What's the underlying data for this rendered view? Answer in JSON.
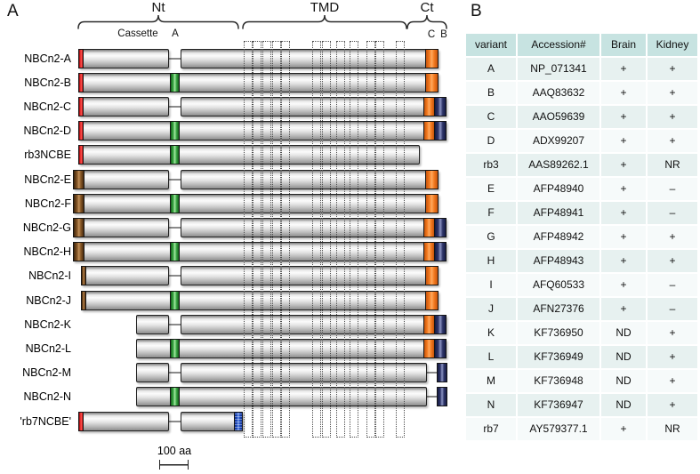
{
  "figure": {
    "panelA_label": "A",
    "panelB_label": "B"
  },
  "panelA": {
    "region_labels": {
      "nt": "Nt",
      "tmd": "TMD",
      "ct": "Ct"
    },
    "sub_labels": {
      "cassette": "Cassette",
      "a": "A",
      "c": "C",
      "b": "B"
    },
    "scale_label": "100 aa",
    "variants": [
      {
        "name": "NBCn2-A",
        "start": "red",
        "a_site": "gap",
        "end": "C"
      },
      {
        "name": "NBCn2-B",
        "start": "red",
        "a_site": "green",
        "end": "C"
      },
      {
        "name": "NBCn2-C",
        "start": "red",
        "a_site": "gap",
        "end": "CB"
      },
      {
        "name": "NBCn2-D",
        "start": "red",
        "a_site": "green",
        "end": "CB"
      },
      {
        "name": "rb3NCBE",
        "start": "red",
        "a_site": "green",
        "end": "plain"
      },
      {
        "name": "NBCn2-E",
        "start": "brown_wide",
        "a_site": "gap",
        "end": "C"
      },
      {
        "name": "NBCn2-F",
        "start": "brown_wide",
        "a_site": "green",
        "end": "C"
      },
      {
        "name": "NBCn2-G",
        "start": "brown_wide",
        "a_site": "gap",
        "end": "CB"
      },
      {
        "name": "NBCn2-H",
        "start": "brown_wide",
        "a_site": "green",
        "end": "CB"
      },
      {
        "name": "NBCn2-I",
        "start": "brown_narrow",
        "a_site": "gap",
        "end": "C"
      },
      {
        "name": "NBCn2-J",
        "start": "brown_narrow",
        "a_site": "green",
        "end": "C"
      },
      {
        "name": "NBCn2-K",
        "start": "trunc",
        "a_site": "gap",
        "end": "CB"
      },
      {
        "name": "NBCn2-L",
        "start": "trunc",
        "a_site": "green",
        "end": "CB"
      },
      {
        "name": "NBCn2-M",
        "start": "trunc",
        "a_site": "gap",
        "end": "B_detached"
      },
      {
        "name": "NBCn2-N",
        "start": "trunc",
        "a_site": "green",
        "end": "B_detached"
      },
      {
        "name": "'rb7NCBE'",
        "start": "red",
        "a_site": "gap",
        "end": "rb7_blue"
      }
    ]
  },
  "panelB": {
    "headers": [
      "variant",
      "Accession#",
      "Brain",
      "Kidney"
    ],
    "rows": [
      [
        "A",
        "NP_071341",
        "+",
        "+"
      ],
      [
        "B",
        "AAQ83632",
        "+",
        "+"
      ],
      [
        "C",
        "AAO59639",
        "+",
        "+"
      ],
      [
        "D",
        "ADX99207",
        "+",
        "+"
      ],
      [
        "rb3",
        "AAS89262.1",
        "+",
        "NR"
      ],
      [
        "E",
        "AFP48940",
        "+",
        "–"
      ],
      [
        "F",
        "AFP48941",
        "+",
        "–"
      ],
      [
        "G",
        "AFP48942",
        "+",
        "+"
      ],
      [
        "H",
        "AFP48943",
        "+",
        "+"
      ],
      [
        "I",
        "AFQ60533",
        "+",
        "–"
      ],
      [
        "J",
        "AFN27376",
        "+",
        "–"
      ],
      [
        "K",
        "KF736950",
        "ND",
        "+"
      ],
      [
        "L",
        "KF736949",
        "ND",
        "+"
      ],
      [
        "M",
        "KF736948",
        "ND",
        "+"
      ],
      [
        "N",
        "KF736947",
        "ND",
        "+"
      ],
      [
        "rb7",
        "AY579377.1",
        "+",
        "NR"
      ]
    ]
  },
  "colors": {
    "red_cassette": "#d42027",
    "green_cassette": "#3fae49",
    "brown_cassette": "#8a5a28",
    "orange_cassette": "#f47b20",
    "navy_cassette": "#2e3569",
    "blue_cassette": "#1f4cc0",
    "table_header_bg": "#c7e3e1",
    "table_row_odd_bg": "#e7f1f0",
    "table_row_even_bg": "#f6fafa"
  }
}
